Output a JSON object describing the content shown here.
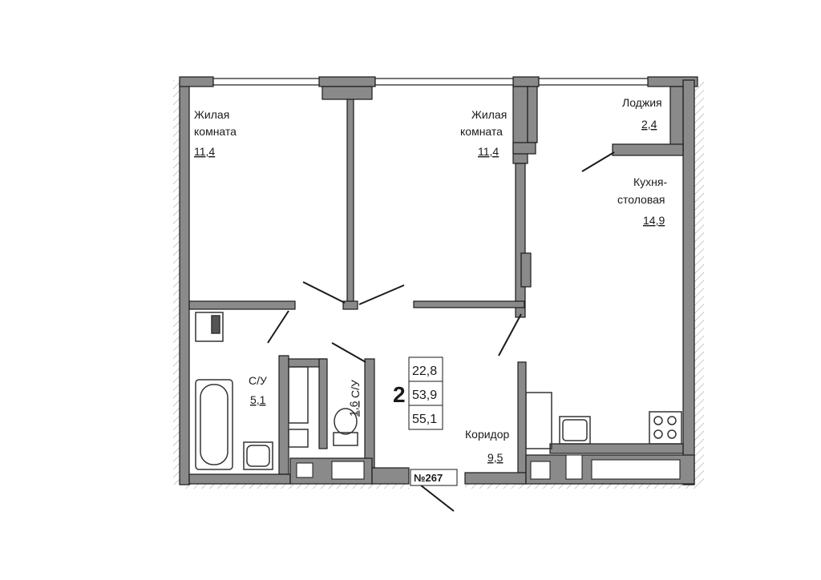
{
  "plan": {
    "rooms": [
      {
        "name": "Жилая",
        "name2": "комната",
        "area": "11,4"
      },
      {
        "name": "Жилая",
        "name2": "комната",
        "area": "11,4"
      },
      {
        "name": "Лоджия",
        "area": "2,4"
      },
      {
        "name": "Кухня-",
        "name2": "столовая",
        "area": "14,9"
      },
      {
        "name": "С/У",
        "area": "5,1"
      },
      {
        "name": "С/У",
        "area": "1,6"
      },
      {
        "name": "Коридор",
        "area": "9,5"
      }
    ],
    "summary": {
      "rooms_count": "2",
      "living_area": "22,8",
      "total_area": "53,9",
      "total_with_loggia": "55,1"
    },
    "apartment_number": "№267",
    "colors": {
      "wall": "#8a8a8a",
      "wall_outline": "#1a1a1a",
      "fixture": "#444444"
    }
  }
}
